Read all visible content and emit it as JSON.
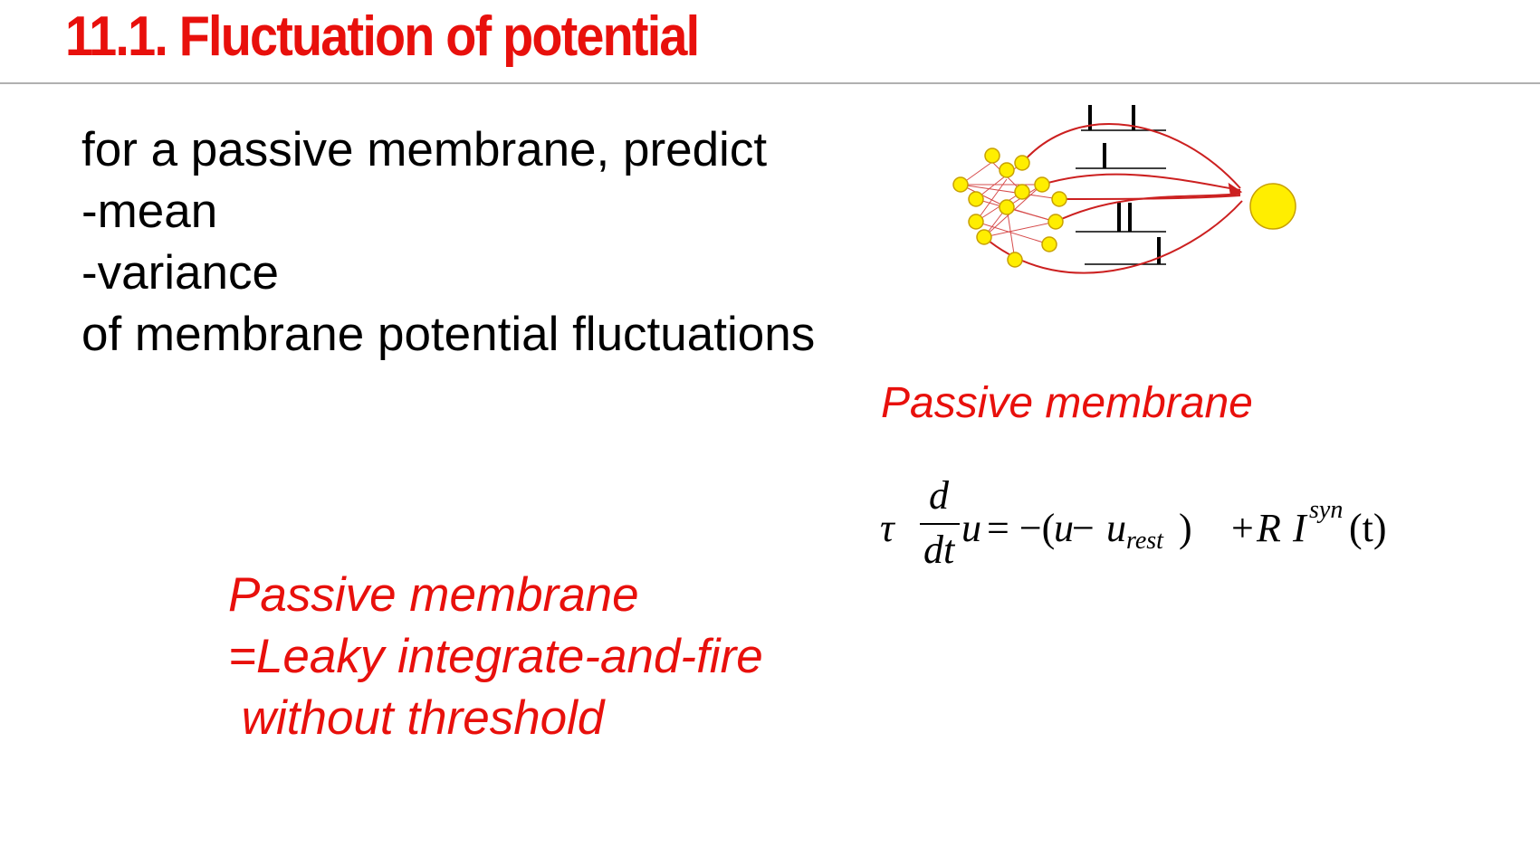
{
  "slide": {
    "title": "11.1. Fluctuation of potential"
  },
  "content": {
    "bullets": [
      "for a passive membrane, predict",
      "-mean",
      "-variance",
      "of membrane potential fluctuations"
    ]
  },
  "equation_block": {
    "heading": "Passive membrane",
    "tau": "τ",
    "d_numerator": "d",
    "dt_denominator": "dt",
    "lhs_u": "u",
    "equals_minus": "= −(",
    "u_inner": "u",
    "minus": " − ",
    "u_rest": "u",
    "rest_sub": "rest",
    "close_paren": ")",
    "plus_R": "+ ",
    "R": "R",
    "I": "I",
    "syn_sup": "syn",
    "t_arg": "(t)"
  },
  "note": {
    "lines": [
      "Passive membrane",
      "=Leaky integrate-and-fire",
      " without threshold"
    ]
  },
  "colors": {
    "accent": "#e8100c",
    "neuron_fill": "#ffee00",
    "neuron_stroke": "#c8a000",
    "connection": "#cc2020"
  }
}
